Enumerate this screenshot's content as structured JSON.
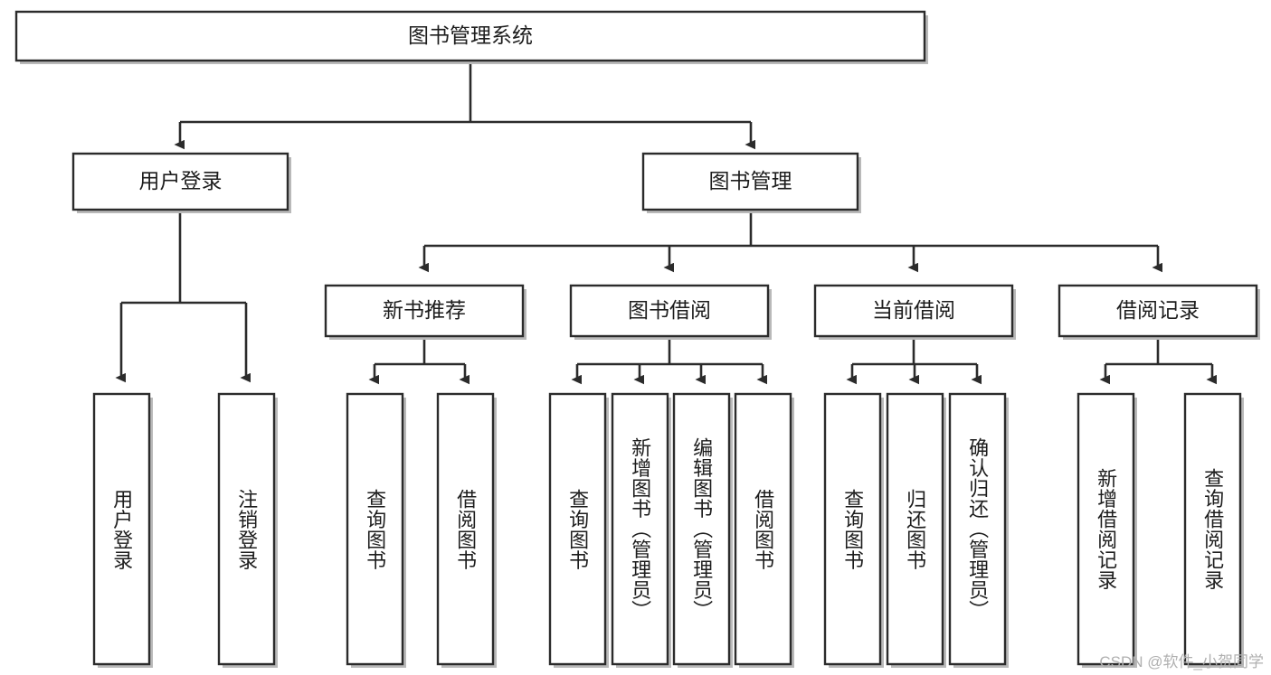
{
  "diagram": {
    "type": "tree-hierarchy",
    "title": "图书管理系统",
    "watermark": "CSDN @软件_小贺同学",
    "colors": {
      "stroke": "#2b2b2b",
      "fill": "#ffffff",
      "text": "#1d1d1d",
      "shadow": "#b9b9b9",
      "watermark": "#b0b0b0"
    },
    "root": {
      "label": "图书管理系统"
    },
    "level2": [
      {
        "label": "用户登录"
      },
      {
        "label": "图书管理"
      }
    ],
    "level3": [
      {
        "label": "新书推荐"
      },
      {
        "label": "图书借阅"
      },
      {
        "label": "当前借阅"
      },
      {
        "label": "借阅记录"
      }
    ],
    "leaves_user_login": [
      {
        "label": "用户登录"
      },
      {
        "label": "注销登录"
      }
    ],
    "leaves_new_book": [
      {
        "label": "查询图书"
      },
      {
        "label": "借阅图书"
      }
    ],
    "leaves_borrow": [
      {
        "label": "查询图书"
      },
      {
        "label": "新增图书（管理员）"
      },
      {
        "label": "编辑图书（管理员）"
      },
      {
        "label": "借阅图书"
      }
    ],
    "leaves_current": [
      {
        "label": "查询图书"
      },
      {
        "label": "归还图书"
      },
      {
        "label": "确认归还（管理员）"
      }
    ],
    "leaves_record": [
      {
        "label": "新增借阅记录"
      },
      {
        "label": "查询借阅记录"
      }
    ]
  }
}
